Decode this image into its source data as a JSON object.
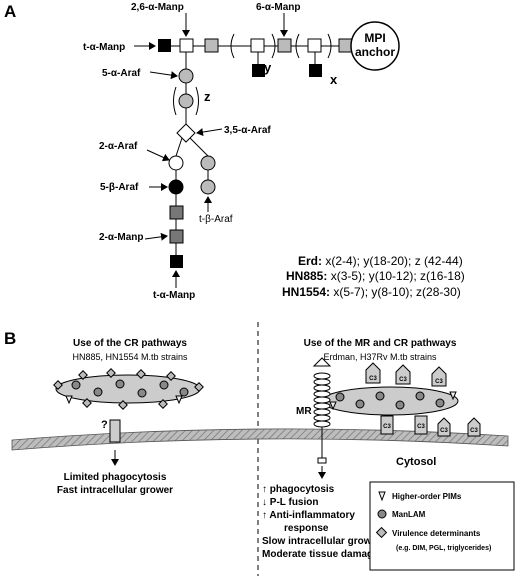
{
  "panel_a": {
    "letter": "A",
    "labels": {
      "man26": "2,6-α-Manp",
      "man6": "6-α-Manp",
      "tman_top": "t-α-Manp",
      "ara5": "5-α-Araf",
      "ara35": "3,5-α-Araf",
      "ara2": "2-α-Araf",
      "ara5b": "5-β-Araf",
      "tarab": "t-β-Araf",
      "man2": "2-α-Manp",
      "tman_bottom": "t-α-Manp",
      "mpi": [
        "MPI",
        "anchor"
      ],
      "x": "x",
      "y": "y",
      "z": "z"
    },
    "strains": [
      {
        "name": "Erd:",
        "values": "x(2-4); y(18-20); z (42-44)"
      },
      {
        "name": "HN885:",
        "values": "x(3-5); y(10-12); z(16-18)"
      },
      {
        "name": "HN1554:",
        "values": "x(5-7); y(8-10); z(28-30)"
      }
    ]
  },
  "panel_b": {
    "letter": "B",
    "left_title": "Use of the CR pathways",
    "left_subtitle": "HN885, HN1554 M.tb strains",
    "question": "?",
    "left_outcomes": [
      "Limited phagocytosis",
      "Fast intracellular grower"
    ],
    "right_title": "Use of the MR and CR pathways",
    "right_subtitle": "Erdman, H37Rv M.tb strains",
    "receptor_label": "MR",
    "c3": "C3",
    "cytosol": "Cytosol",
    "right_outcomes": [
      "↑ phagocytosis",
      "↓ P-L fusion",
      "↑ Anti-inflammatory",
      "response",
      "Slow intracellular grower",
      "Moderate tissue damage"
    ],
    "legend": [
      {
        "label": "Higher-order PIMs"
      },
      {
        "label": "ManLAM"
      },
      {
        "label": "Virulence determinants"
      },
      {
        "label": "(e.g. DIM, PGL, triglycerides)"
      }
    ]
  }
}
